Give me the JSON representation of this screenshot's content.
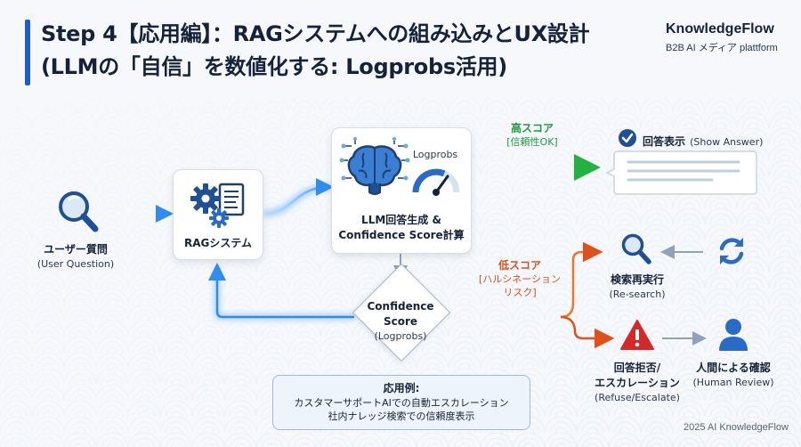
{
  "header": {
    "title_line1": "Step 4【応用編】：RAGシステムへの組み込みとUX設計",
    "title_line2": "(LLMの「自信」を数値化する: Logprobs活用)"
  },
  "brand": {
    "name": "KnowledgeFlow",
    "tagline": "B2B AI メディア plattform"
  },
  "nodes": {
    "user_question": {
      "label": "ユーザー質問",
      "sub": "(User Question)",
      "icon": "search-icon"
    },
    "rag_system": {
      "label": "RAGシステム",
      "icon": "gears-document-icon"
    },
    "llm": {
      "line1": "LLM回答生成 &",
      "line2": "Confidence Score計算",
      "logprobs_label": "Logprobs",
      "icon": "brain-icon"
    },
    "confidence": {
      "line1": "Confidence",
      "line2": "Score",
      "sub": "(Logprobs)"
    },
    "show_answer": {
      "label": "回答表示",
      "sub": "(Show Answer)",
      "icon": "check-icon"
    },
    "research": {
      "label": "検索再実行",
      "sub": "(Re-search)",
      "icon": "search-icon"
    },
    "refuse": {
      "line1": "回答拒否/",
      "line2": "エスカレーション",
      "sub": "(Refuse/Escalate)",
      "icon": "warning-icon"
    },
    "human": {
      "label": "人間による確認",
      "sub": "(Human Review)",
      "icon": "person-icon"
    }
  },
  "edges": {
    "high_score": {
      "label": "高スコア",
      "sub": "[信頼性OK]"
    },
    "low_score": {
      "label": "低スコア",
      "sub1": "[ハルシネーション",
      "sub2": "リスク]"
    }
  },
  "example": {
    "heading": "応用例:",
    "line1": "カスタマーサポートAIでの自動エスカレーション",
    "line2": "社内ナレッジ検索での信頼度表示"
  },
  "footer": "2025 AI KnowledgeFlow",
  "colors": {
    "accent_blue": "#1f5fbf",
    "high_green": "#2bbf4a",
    "low_orange": "#e8651f",
    "warning_red": "#d62828"
  }
}
